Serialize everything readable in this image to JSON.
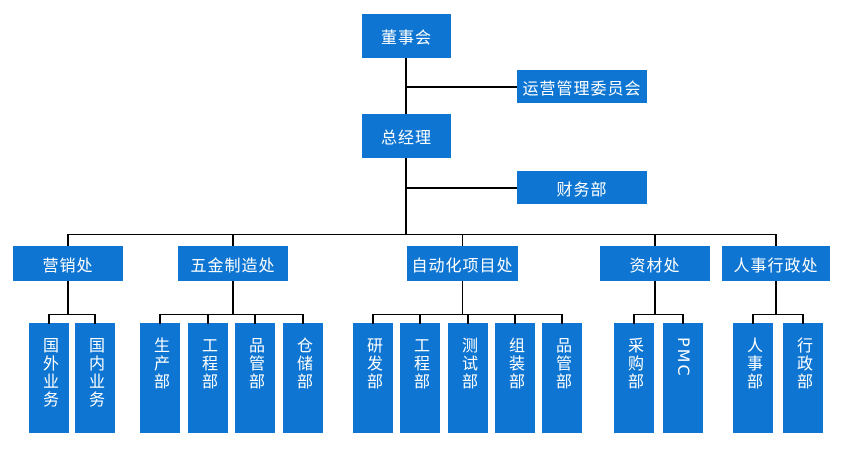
{
  "colors": {
    "box_blue": "#0e76d2",
    "line": "#000000",
    "box_text": "#ffffff",
    "background": "#ffffff"
  },
  "org": {
    "board": {
      "label": "董事会"
    },
    "committee": {
      "label": "运营管理委员会"
    },
    "general_manager": {
      "label": "总经理"
    },
    "finance": {
      "label": "财务部"
    },
    "divisions": [
      {
        "label": "营销处",
        "departments": [
          {
            "label": "国外业务"
          },
          {
            "label": "国内业务"
          }
        ]
      },
      {
        "label": "五金制造处",
        "departments": [
          {
            "label": "生产部"
          },
          {
            "label": "工程部"
          },
          {
            "label": "品管部"
          },
          {
            "label": "仓储部"
          }
        ]
      },
      {
        "label": "自动化项目处",
        "departments": [
          {
            "label": "研发部"
          },
          {
            "label": "工程部"
          },
          {
            "label": "测试部"
          },
          {
            "label": "组装部"
          },
          {
            "label": "品管部"
          }
        ]
      },
      {
        "label": "资材处",
        "departments": [
          {
            "label": "采购部"
          },
          {
            "label": "PMC"
          }
        ]
      },
      {
        "label": "人事行政处",
        "departments": [
          {
            "label": "人事部"
          },
          {
            "label": "行政部"
          }
        ]
      }
    ]
  }
}
